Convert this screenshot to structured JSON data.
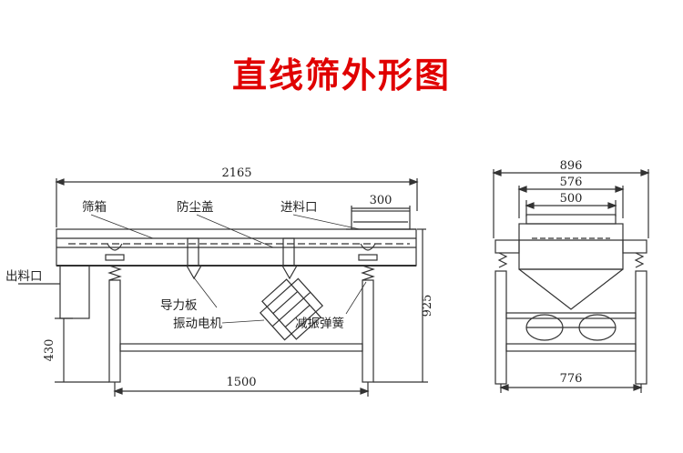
{
  "title": "直线筛外形图",
  "colors": {
    "title": "#e00000",
    "line": "#333333"
  },
  "side_view": {
    "dimensions": {
      "overall_length": "2165",
      "inlet_width": "300",
      "overall_height": "925",
      "leg_height": "430",
      "support_span": "1500"
    },
    "labels": {
      "screen_box": "筛箱",
      "dust_cover": "防尘盖",
      "inlet": "进料口",
      "outlet": "出料口",
      "guide_plate": "导力板",
      "vibration_motor": "振动电机",
      "damping_spring": "减振弹簧"
    }
  },
  "end_view": {
    "dimensions": {
      "overall_width": "896",
      "box_width": "576",
      "top_width": "500",
      "base_width": "776"
    }
  }
}
